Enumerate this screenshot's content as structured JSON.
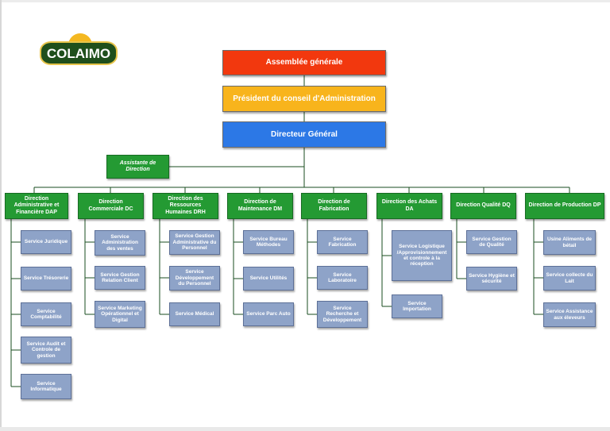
{
  "logo": {
    "text": "COLAIMO"
  },
  "top": {
    "assembly": "Assemblée générale",
    "president": "Président du conseil d'Administration",
    "dg": "Directeur Général",
    "assistant": "Assistante de Direction"
  },
  "directions": [
    {
      "name": "Direction Administrative et Financière DAP",
      "services": [
        "Service Juridique",
        "Service Trésorerie",
        "Service Comptabilité",
        "Service Audit et Controle de gestion",
        "Service Informatique"
      ]
    },
    {
      "name": "Direction Commerciale DC",
      "services": [
        "Service Administration des ventes",
        "Service Gestion Relation Client",
        "Service Marketing Opérationnel et Digital"
      ]
    },
    {
      "name": "Direction des Ressources Humaines DRH",
      "services": [
        "Service Gestion Administrative du Personnel",
        "Service Développement du Personnel",
        "Service Médical"
      ]
    },
    {
      "name": "Direction de Maintenance DM",
      "services": [
        "Service Bureau Méthodes",
        "Service Utilités",
        "Service Parc Auto"
      ]
    },
    {
      "name": "Direction de Fabrication",
      "services": [
        "Service Fabrication",
        "Service Laboratoire",
        "Service Recherche et Développement"
      ]
    },
    {
      "name": "Direction des Achats DA",
      "services": [
        "Service Logistique /Approvisionnement et controle à la réception",
        "Service Importation"
      ]
    },
    {
      "name": "Direction Qualité DQ",
      "services": [
        "Service Gestion de Qualité",
        "Service Hygiène et sécurité"
      ]
    },
    {
      "name": "Direction de Production DP",
      "services": [
        "Usine Aliments de bétail",
        "Service collecte du Lait",
        "Service Assistance aux éleveurs"
      ]
    }
  ]
}
